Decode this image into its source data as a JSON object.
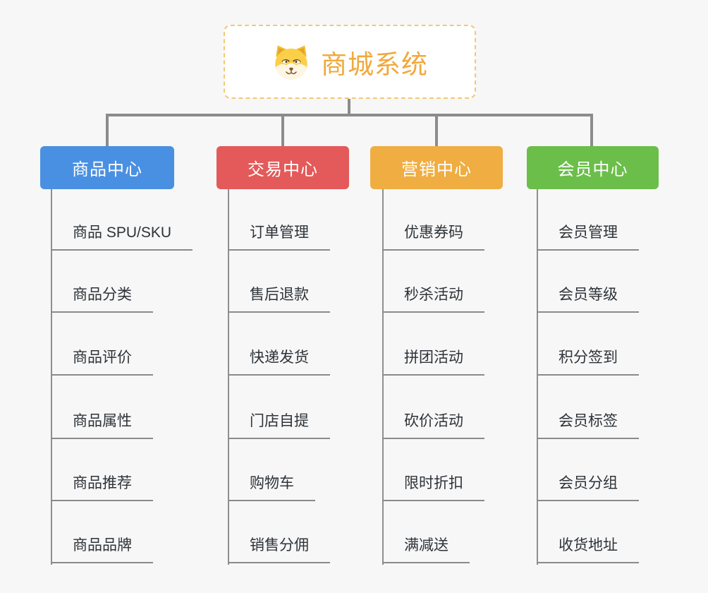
{
  "root": {
    "label": "商城系统",
    "icon": "dog-face-icon",
    "text_color": "#F0A93C",
    "border_color": "#F3C878"
  },
  "connector_color": "#8C8C8C",
  "background_color": "#F7F7F7",
  "branches": [
    {
      "label": "商品中心",
      "color": "#4A90E2",
      "items": [
        "商品 SPU/SKU",
        "商品分类",
        "商品评价",
        "商品属性",
        "商品推荐",
        "商品品牌"
      ]
    },
    {
      "label": "交易中心",
      "color": "#E45A5A",
      "items": [
        "订单管理",
        "售后退款",
        "快递发货",
        "门店自提",
        "购物车",
        "销售分佣"
      ]
    },
    {
      "label": "营销中心",
      "color": "#EFAD42",
      "items": [
        "优惠券码",
        "秒杀活动",
        "拼团活动",
        "砍价活动",
        "限时折扣",
        "满减送"
      ]
    },
    {
      "label": "会员中心",
      "color": "#6CBE4A",
      "items": [
        "会员管理",
        "会员等级",
        "积分签到",
        "会员标签",
        "会员分组",
        "收货地址"
      ]
    }
  ]
}
